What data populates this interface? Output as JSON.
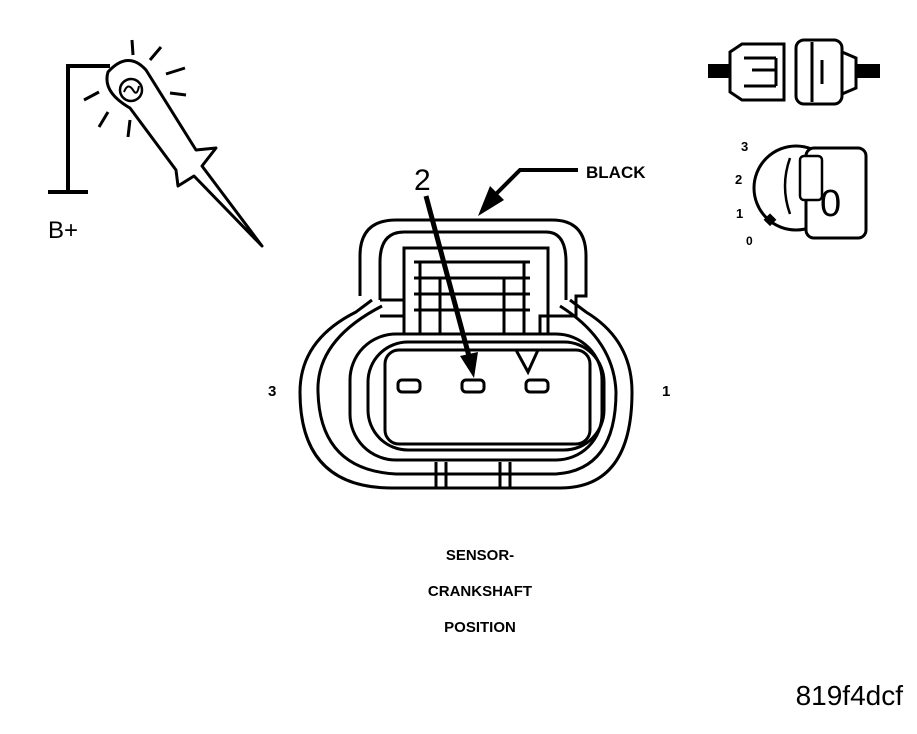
{
  "probe": {
    "supply_label": "B+"
  },
  "connector": {
    "color_label": "BLACK",
    "callout_pin": "2",
    "pin_left_label": "3",
    "pin_right_label": "1"
  },
  "ignition": {
    "key_letter": "0",
    "positions": [
      "3",
      "2",
      "1",
      "0"
    ]
  },
  "caption": {
    "lines": [
      "SENSOR-",
      "CRANKSHAFT",
      "POSITION"
    ]
  },
  "figure_id": "819f4dcf"
}
